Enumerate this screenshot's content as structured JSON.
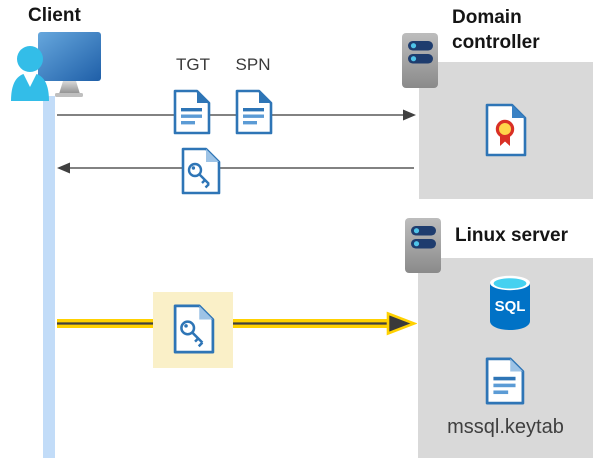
{
  "client": {
    "label": "Client"
  },
  "domain_controller": {
    "label": "Domain controller"
  },
  "linux_server": {
    "label": "Linux server"
  },
  "labels": {
    "tgt": "TGT",
    "spn": "SPN",
    "sql": "SQL",
    "keytab": "mssql.keytab"
  },
  "colors": {
    "box_gray": "#d9d9d9",
    "doc_border_blue": "#2e75b6",
    "doc_line_light_blue": "#5b9bd5",
    "highlight_yellow": "#faf0c8",
    "arrow_yellow": "#ffd100",
    "arrow_gray": "#595959",
    "lifeline_blue": "#c2dcf8",
    "sql_azure": "#0072c6",
    "sql_top_cyan": "#45d1f0",
    "person_cyan": "#33bde8",
    "server_pill_navy": "#1e3c6e",
    "certificate_red": "#d93025",
    "certificate_gold": "#ffd54a"
  },
  "icons": {
    "client": "client-user-monitor-icon",
    "server": "server-icon",
    "certificate": "certificate-icon",
    "ticket_document": "document-icon",
    "key_document": "key-document-icon",
    "sql_database": "sql-database-icon"
  }
}
